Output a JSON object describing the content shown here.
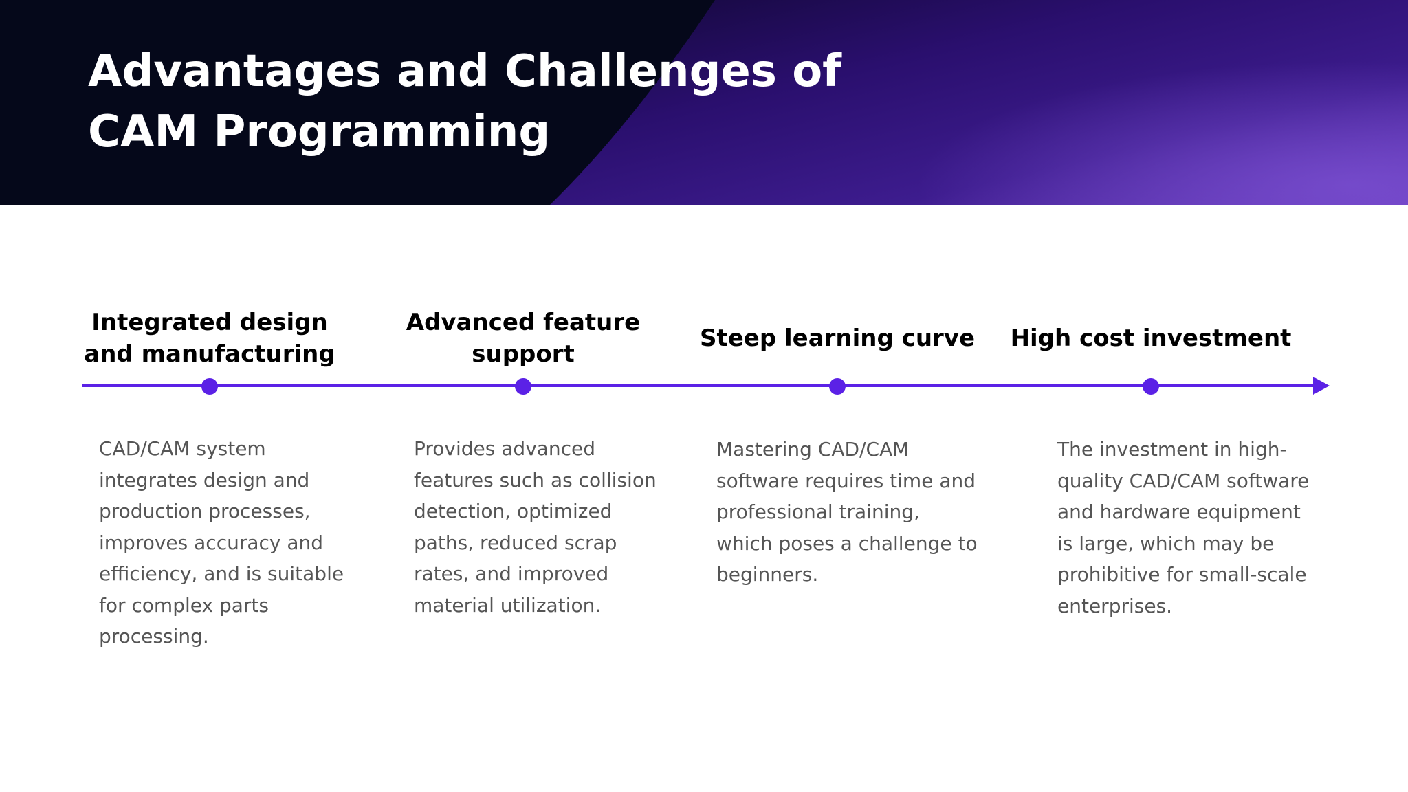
{
  "slide": {
    "title": "Advantages and Challenges of CAM Programming",
    "colors": {
      "header_dark": "#05081a",
      "header_purple": "#6a3ec0",
      "accent": "#5b21e6",
      "heading_text": "#000000",
      "body_text": "#555555"
    }
  },
  "timeline": {
    "steps": [
      {
        "heading": "Integrated design and manufacturing",
        "description": "CAD/CAM system integrates design and production processes, improves accuracy and efficiency, and is suitable for complex parts processing."
      },
      {
        "heading": "Advanced feature support",
        "description": "Provides advanced features such as collision detection, optimized paths, reduced scrap rates, and improved material utilization."
      },
      {
        "heading": "Steep learning curve",
        "description": "Mastering CAD/CAM software requires time and professional training, which poses a challenge to beginners."
      },
      {
        "heading": "High cost investment",
        "description": "The investment in high-quality CAD/CAM software and hardware equipment is large, which may be prohibitive for small-scale enterprises."
      }
    ]
  }
}
